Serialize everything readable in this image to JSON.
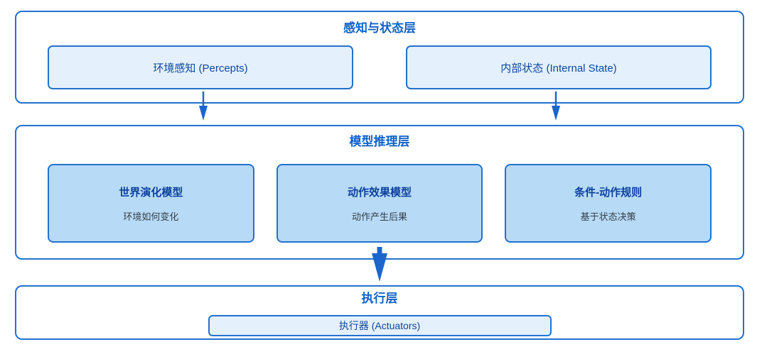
{
  "diagram": {
    "colors": {
      "border_blue": "#2272ce",
      "layer_title_blue": "#1163c9",
      "node_text_navy": "#0d47a1",
      "node_fill_light": "#e4f0fc",
      "node_fill_medium": "#b7daf6",
      "description_text": "#333f49",
      "arrow": "#1b66cc",
      "background": "#ffffff"
    },
    "layers": [
      {
        "id": "perception",
        "title": "感知与状态层",
        "nodes": [
          {
            "label": "环境感知 (Percepts)"
          },
          {
            "label": "内部状态 (Internal State)"
          }
        ]
      },
      {
        "id": "model-reasoning",
        "title": "模型推理层",
        "nodes": [
          {
            "label": "世界演化模型",
            "description": "环境如何变化"
          },
          {
            "label": "动作效果模型",
            "description": "动作产生后果"
          },
          {
            "label": "条件-动作规则",
            "description": "基于状态决策"
          }
        ]
      },
      {
        "id": "execution",
        "title": "执行层",
        "nodes": [
          {
            "label": "执行器 (Actuators)"
          }
        ]
      }
    ]
  }
}
